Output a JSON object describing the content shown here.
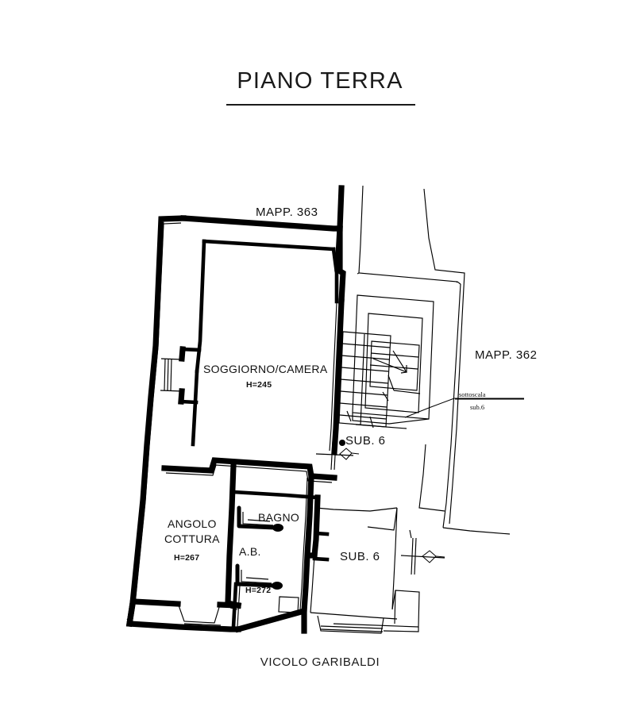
{
  "document": {
    "title": "PIANO TERRA",
    "street_caption": "VICOLO GARIBALDI"
  },
  "parcels": [
    {
      "id": "mapp-363",
      "label": "MAPP. 363"
    },
    {
      "id": "mapp-362",
      "label": "MAPP. 362"
    }
  ],
  "rooms": [
    {
      "id": "soggiorno-camera",
      "name": "SOGGIORNO/CAMERA",
      "height_label": "H=245"
    },
    {
      "id": "angolo-cottura",
      "name": "ANGOLO",
      "name2": "COTTURA",
      "height_label": "H=267"
    },
    {
      "id": "bagno",
      "name": "BAGNO"
    },
    {
      "id": "antibagno",
      "name": "A.B.",
      "height_label": "H=272"
    }
  ],
  "subunits": [
    {
      "id": "sub-6-upper",
      "label": "SUB. 6"
    },
    {
      "id": "sub-6-lower",
      "label": "SUB. 6"
    }
  ],
  "annotations": [
    {
      "id": "sottoscala",
      "line1": "sottoscala",
      "line2": "sub.6"
    }
  ],
  "colors": {
    "ink": "#111111",
    "paper": "#ffffff",
    "wall": "#000000"
  }
}
